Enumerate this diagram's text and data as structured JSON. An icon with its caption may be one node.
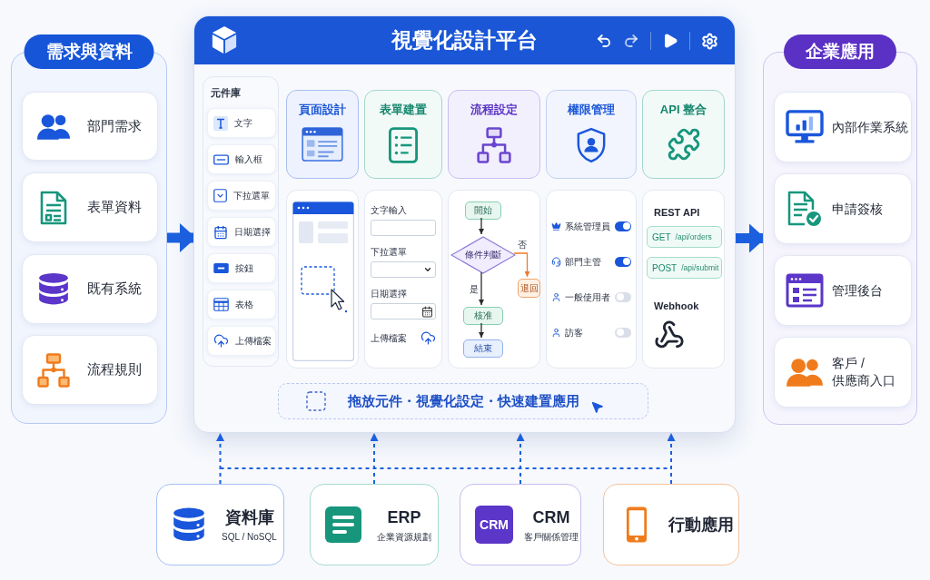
{
  "diagram": {
    "nodes": [
      {
        "text": [
          "需求與資料"
        ]
      },
      {
        "text": [
          "部門需求"
        ],
        "in": 0
      },
      {
        "text": [
          "表單資料"
        ],
        "in": 0
      },
      {
        "text": [
          "既有系統"
        ],
        "in": 0
      },
      {
        "text": [
          "流程規則"
        ],
        "in": 0
      },
      {
        "text": [
          "視覺化設計平台"
        ]
      },
      {
        "text": [
          "元件庫"
        ],
        "in": 5
      },
      {
        "text": [
          "文字"
        ],
        "in": 6
      },
      {
        "text": [
          "輸入框"
        ],
        "in": 6
      },
      {
        "text": [
          "下拉選單"
        ],
        "in": 6
      },
      {
        "text": [
          "日期選擇"
        ],
        "in": 6
      },
      {
        "text": [
          "按鈕"
        ],
        "in": 6
      },
      {
        "text": [
          "表格"
        ],
        "in": 6
      },
      {
        "text": [
          "上傳檔案"
        ],
        "in": 6
      },
      {
        "text": [
          "頁面設計"
        ],
        "in": 5
      },
      {
        "text": [
          "表單建置"
        ],
        "in": 5
      },
      {
        "text": [
          "流程設定"
        ],
        "in": 5
      },
      {
        "text": [
          "權限管理"
        ],
        "in": 5
      },
      {
        "text": [
          "API 整合"
        ],
        "in": 5
      },
      {
        "text": [],
        "shape": "picture",
        "in": 5
      },
      {
        "text": [
          "文字輸入",
          "下拉選單",
          "日期選擇",
          "上傳檔案"
        ],
        "in": 5
      },
      {
        "text": [],
        "shape": "box",
        "in": 5
      },
      {
        "text": [
          "開始"
        ],
        "in": 21
      },
      {
        "text": [
          "條件判斷"
        ],
        "in": 21
      },
      {
        "text": [
          "退回"
        ],
        "in": 21
      },
      {
        "text": [
          "核准"
        ],
        "in": 21
      },
      {
        "text": [
          "結束"
        ],
        "in": 21
      },
      {
        "text": [
          "系統管理員",
          "部門主管",
          "一般使用者",
          "訪客"
        ],
        "in": 5
      },
      {
        "text": [
          "REST API",
          "Webhook"
        ],
        "in": 5
      },
      {
        "text": [
          "GET",
          "/api/orders"
        ],
        "in": 28
      },
      {
        "text": [
          "POST",
          "/api/submit"
        ],
        "in": 28
      },
      {
        "text": [
          "拖放元件・視覺化設定・快速建置應用"
        ],
        "in": 5
      },
      {
        "text": [
          "企業應用"
        ]
      },
      {
        "text": [
          "內部作業系統"
        ],
        "in": 32
      },
      {
        "text": [
          "申請簽核"
        ],
        "in": 32
      },
      {
        "text": [
          "管理後台"
        ],
        "in": 32
      },
      {
        "text": [
          "客戶 / 供應商入口"
        ],
        "in": 32
      },
      {
        "text": [
          "資料庫",
          "SQL / NoSQL"
        ]
      },
      {
        "text": [
          "ERP",
          "企業資源規劃"
        ]
      },
      {
        "text": [
          "CRM",
          "CRM",
          "客戶關係管理"
        ]
      },
      {
        "text": [
          "行動應用"
        ]
      }
    ],
    "edges": [
      {
        "from": 0,
        "to": 5,
        "arrow": "to",
        "style": "thick"
      },
      {
        "from": 5,
        "to": 32,
        "arrow": "to",
        "style": "thick"
      },
      {
        "from": 22,
        "to": 23,
        "arrow": "to",
        "color": "#2b2b2b"
      },
      {
        "from": 23,
        "to": 24,
        "arrow": "to",
        "label": "否",
        "color": "#f07a2a"
      },
      {
        "from": 23,
        "to": 25,
        "arrow": "to",
        "label": "是",
        "color": "#2b2b2b"
      },
      {
        "from": 25,
        "to": 26,
        "arrow": "to",
        "color": "#2b2b2b"
      },
      {
        "from": 37,
        "to": 5,
        "arrow": "to",
        "style": "dashed"
      },
      {
        "from": 38,
        "to": 5,
        "arrow": "to",
        "style": "dashed"
      },
      {
        "from": 39,
        "to": 5,
        "arrow": "to",
        "style": "dashed"
      },
      {
        "from": 40,
        "to": 5,
        "arrow": "to",
        "style": "dashed"
      }
    ]
  }
}
